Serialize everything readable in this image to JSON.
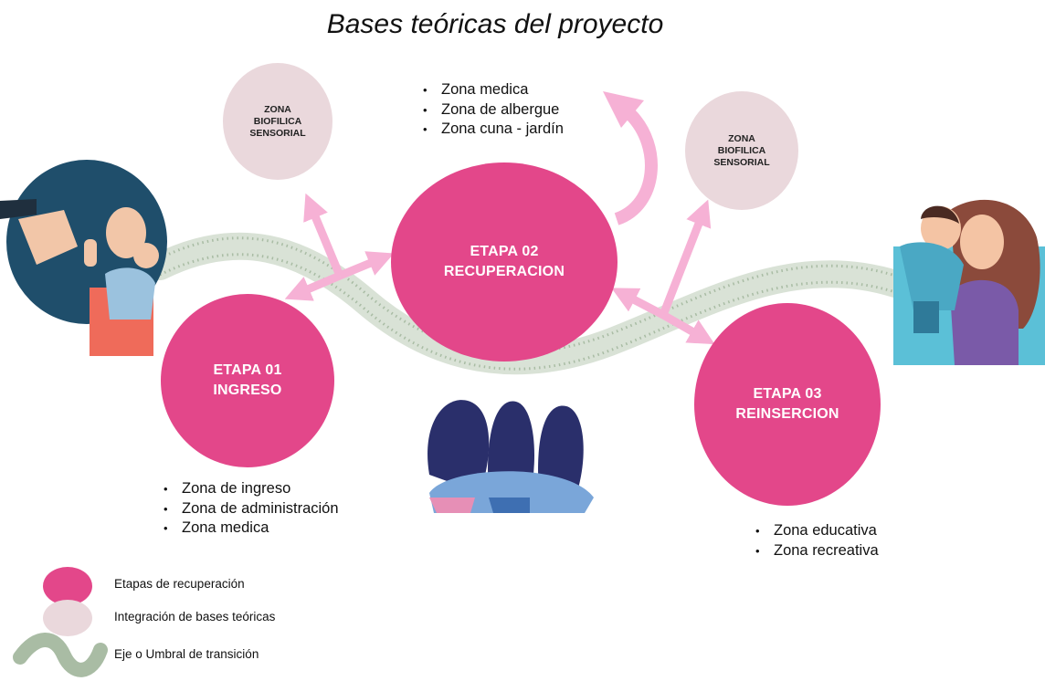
{
  "title": "Bases teóricas del proyecto",
  "colors": {
    "stage": "#e3478a",
    "zone": "#ead8dc",
    "arrow": "#f6b1d5",
    "path": "#d9e2d6",
    "dots": "#a9bca4"
  },
  "stages": [
    {
      "line1": "ETAPA 01",
      "line2": "INGRESO"
    },
    {
      "line1": "ETAPA 02",
      "line2": "RECUPERACION"
    },
    {
      "line1": "ETAPA 03",
      "line2": "REINSERCION"
    }
  ],
  "zone_circles": [
    {
      "line1": "ZONA",
      "line2": "BIOFILICA",
      "line3": "SENSORIAL"
    },
    {
      "line1": "ZONA",
      "line2": "BIOFILICA",
      "line3": "SENSORIAL"
    }
  ],
  "lists": {
    "stage01": [
      "Zona de ingreso",
      "Zona de administración",
      "Zona medica"
    ],
    "stage02": [
      "Zona medica",
      "Zona de albergue",
      "Zona cuna - jardín"
    ],
    "stage03": [
      "Zona educativa",
      "Zona recreativa"
    ]
  },
  "legend": [
    {
      "label": "Etapas de recuperación",
      "icon": "pink-circle-icon"
    },
    {
      "label": "Integración de bases teóricas",
      "icon": "light-pink-circle-icon"
    },
    {
      "label": "Eje o Umbral de transición",
      "icon": "wavy-path-icon"
    }
  ],
  "illustrations": [
    "woman-with-baby-fist-illustration",
    "three-women-illustration",
    "mother-hugging-child-illustration"
  ]
}
